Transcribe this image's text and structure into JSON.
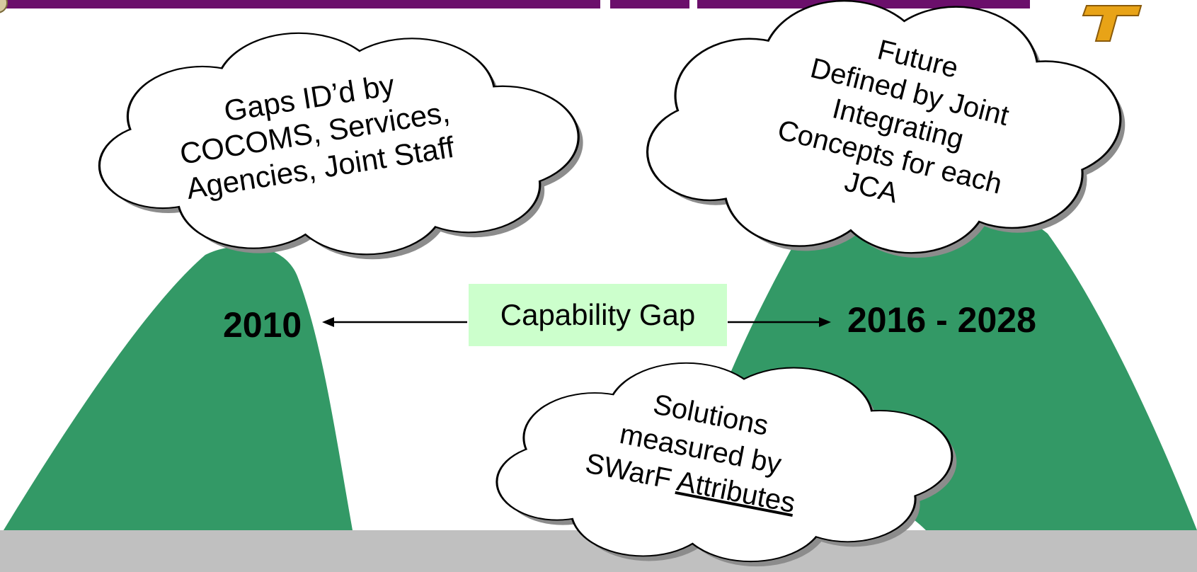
{
  "colors": {
    "banner": "#6b0f6b",
    "mountain": "#339966",
    "ground": "#c0c0c0",
    "gap_box": "#ccffcc",
    "logo": "#e8a317",
    "cloud_shadow": "#8c8c8c"
  },
  "clouds": {
    "left": {
      "lines": [
        "Gaps ID’d by",
        "COCOMS, Services,",
        "Agencies, Joint Staff"
      ]
    },
    "right": {
      "lines": [
        "Future",
        "Defined by Joint",
        "Integrating",
        "Concepts for each",
        "JCA"
      ]
    },
    "bottom": {
      "lines": [
        "Solutions",
        "measured by",
        "SWarF "
      ],
      "underlined": "Attributes"
    }
  },
  "labels": {
    "year_start": "2010",
    "year_end": "2016 - 2028",
    "capability_gap": "Capability Gap"
  },
  "icons": {
    "seal": "seal-icon",
    "logo": "logo-icon"
  }
}
